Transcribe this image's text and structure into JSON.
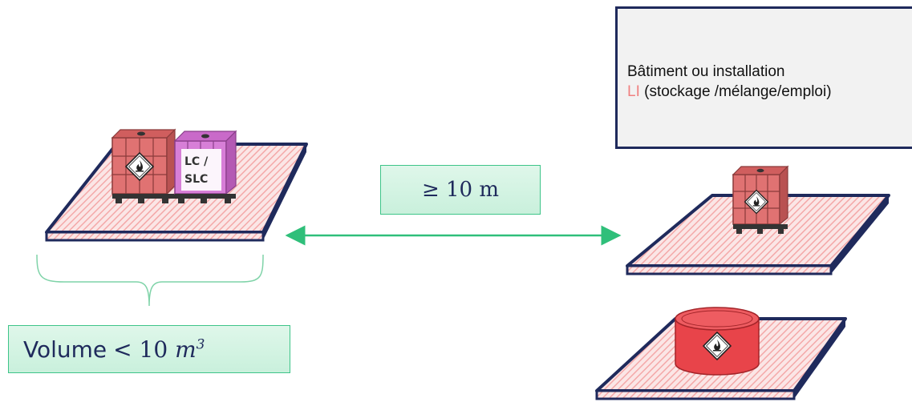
{
  "building": {
    "line1": "Bâtiment ou installation",
    "highlight": "LI",
    "line2_rest": " (stockage /mélange/emploi)"
  },
  "distance": {
    "symbol": "≥",
    "value": "10 m"
  },
  "volume": {
    "word": "Volume",
    "operator": "<",
    "value": "10",
    "unit": "m",
    "exponent": "3"
  },
  "container_label": {
    "line1": "LC /",
    "line2": "SLC"
  },
  "colors": {
    "pallet_border": "#1f2a5c",
    "pallet_hatch": "#f4a8a8",
    "ibc_red": "#e07272",
    "ibc_purple": "#d77fd7",
    "drum_red": "#e8444a",
    "arrow": "#2fbf7a",
    "label_green": "#3ec489",
    "highlight_text": "#f08080"
  },
  "icons": [
    "flammable-hazard-icon",
    "double-arrow-icon",
    "curly-brace-icon"
  ]
}
